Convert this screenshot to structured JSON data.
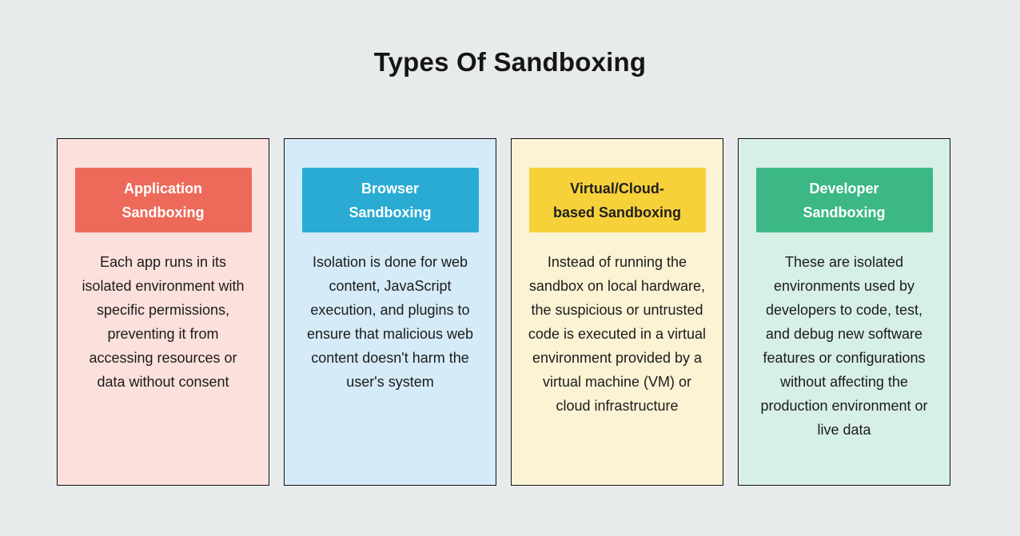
{
  "page": {
    "title": "Types Of Sandboxing",
    "background": "#E8EBEC",
    "body_text_color": "#1B1B1B",
    "card_border_color": "#111111"
  },
  "cards": [
    {
      "id": "application-sandboxing",
      "header_lines": [
        "Application",
        "Sandboxing"
      ],
      "body": "Each app runs in its isolated environment with specific permissions, preventing it from accessing resources or data without consent",
      "colors": {
        "header_bg": "#ED6A5A",
        "header_text": "#FFFFFF",
        "card_bg": "#FCE0DC"
      }
    },
    {
      "id": "browser-sandboxing",
      "header_lines": [
        "Browser",
        "Sandboxing"
      ],
      "body": "Isolation is done for web content, JavaScript execution, and plugins to ensure that malicious web content doesn't harm the user's system",
      "colors": {
        "header_bg": "#29ABD3",
        "header_text": "#FFFFFF",
        "card_bg": "#D5EBF7"
      }
    },
    {
      "id": "virtual-cloud-based-sandboxing",
      "header_lines": [
        "Virtual/Cloud-",
        "based Sandboxing"
      ],
      "body": "Instead of running the sandbox on local hardware, the suspicious or untrusted code is executed in a virtual environment provided by a virtual machine (VM) or cloud infrastructure",
      "colors": {
        "header_bg": "#F7D13A",
        "header_text": "#1F1F1F",
        "card_bg": "#FCF3D4"
      }
    },
    {
      "id": "developer-sandboxing",
      "header_lines": [
        "Developer",
        "Sandboxing"
      ],
      "body": "These are isolated environments used by developers to code, test, and debug new software features or configurations without affecting the production environment or live data",
      "colors": {
        "header_bg": "#3BB885",
        "header_text": "#FFFFFF",
        "card_bg": "#D7F0E5"
      }
    }
  ]
}
